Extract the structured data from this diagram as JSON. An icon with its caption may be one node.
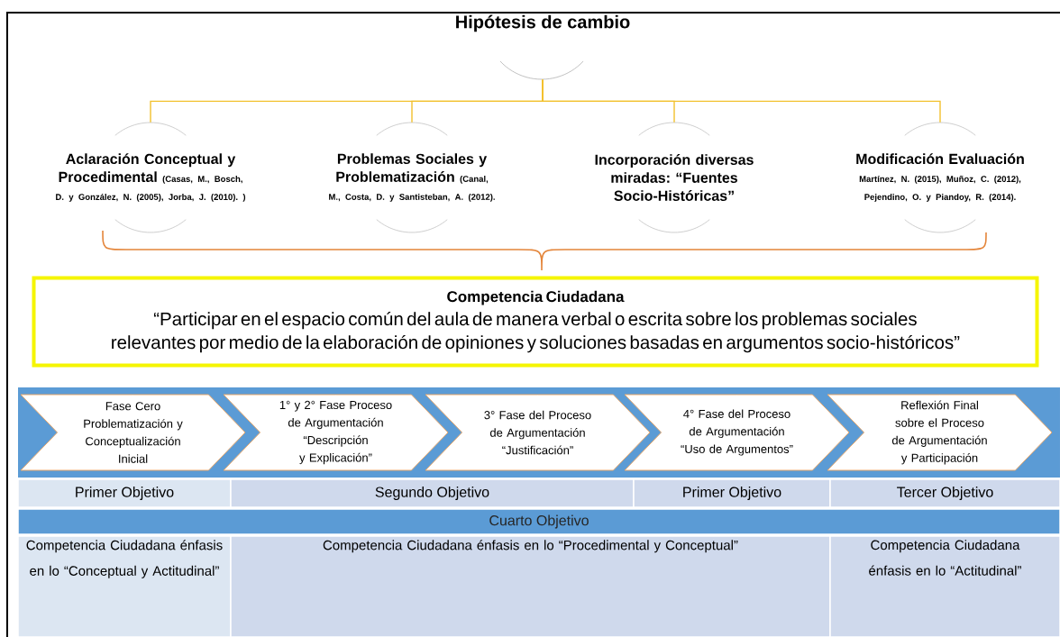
{
  "diagram": {
    "nodes": [
      {
        "text": [
          "Hipótesis de cambio"
        ]
      },
      {
        "text": [
          "Aclaración Conceptual y Procedimental",
          "(Casas, M., Bosch, D. y González, N. (2005), Jorba, J. (2010). )"
        ]
      },
      {
        "text": [
          "Problemas Sociales y Problematización",
          "(Canal, M., Costa, D. y Santisteban, A. (2012)."
        ]
      },
      {
        "text": [
          "Incorporación diversas miradas: “Fuentes Socio-Históricas”"
        ]
      },
      {
        "text": [
          "Modificación Evaluación",
          "Martínez, N. (2015), Muñoz, C. (2012), Pejendino, O. y Piandoy, R. (2014)."
        ]
      },
      {
        "text": [
          "Competencia Ciudadana",
          "“Participar en el espacio común del aula de manera verbal o escrita sobre los problemas sociales relevantes por medio de la elaboración de opiniones y soluciones basadas en argumentos socio-históricos”"
        ]
      },
      {
        "text": [
          "Fase Cero Problematización y Conceptualización Inicial"
        ]
      },
      {
        "text": [
          "1° y 2° Fase Proceso de Argumentación “Descripción y Explicación”"
        ]
      },
      {
        "text": [
          "3° Fase del Proceso de Argumentación “Justificación”"
        ]
      },
      {
        "text": [
          "4° Fase del Proceso de Argumentación “Uso de Argumentos”"
        ]
      },
      {
        "text": [
          "Reflexión Final sobre el Proceso de Argumentación y Participación"
        ]
      },
      {
        "text": [
          "Primer Objetivo"
        ]
      },
      {
        "text": [
          "Segundo Objetivo"
        ]
      },
      {
        "text": [
          "Primer Objetivo"
        ]
      },
      {
        "text": [
          "Tercer Objetivo"
        ]
      },
      {
        "text": [
          "Cuarto Objetivo"
        ]
      },
      {
        "text": [
          "Competencia Ciudadana énfasis en lo “Conceptual y Actitudinal”"
        ]
      },
      {
        "text": [
          "Competencia Ciudadana énfasis en lo “Procedimental y Conceptual”"
        ]
      },
      {
        "text": [
          "Competencia Ciudadana énfasis en lo “Actitudinal”"
        ]
      }
    ],
    "edges": [
      {
        "from": 0,
        "to": 1,
        "arrow": "none"
      },
      {
        "from": 0,
        "to": 2,
        "arrow": "none"
      },
      {
        "from": 0,
        "to": 3,
        "arrow": "none"
      },
      {
        "from": 0,
        "to": 4,
        "arrow": "none"
      }
    ]
  }
}
